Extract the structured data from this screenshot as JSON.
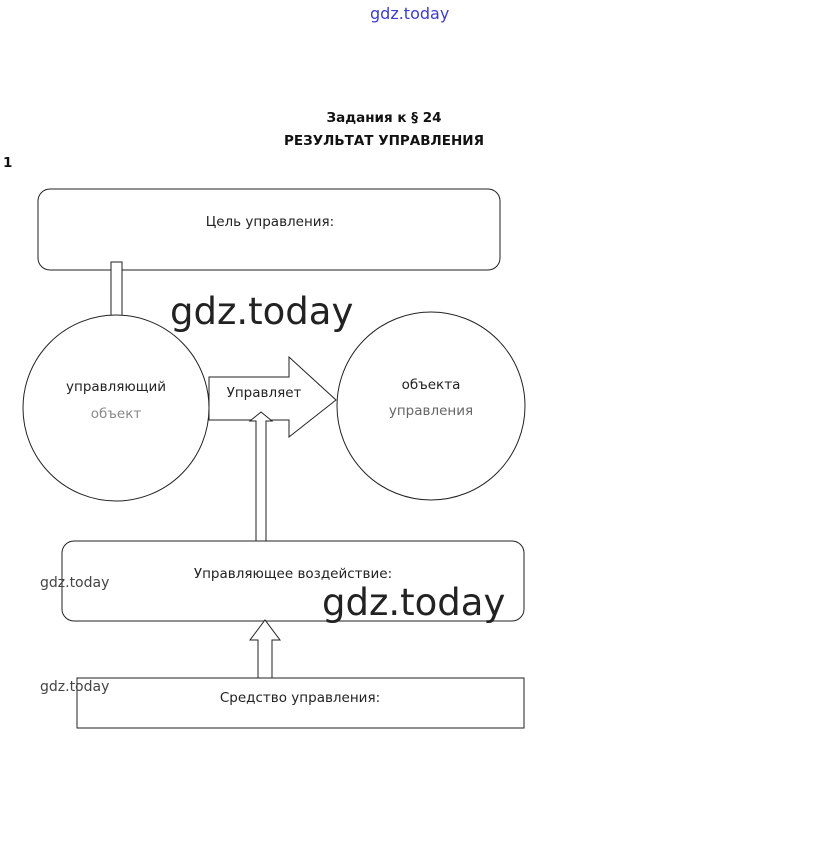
{
  "watermarks": {
    "top": "gdz.today",
    "big1": "gdz.today",
    "big2": "gdz.today",
    "small1": "gdz.today",
    "small2": "gdz.today"
  },
  "header": {
    "line1": "Задания к § 24",
    "line2": "РЕЗУЛЬТАТ УПРАВЛЕНИЯ"
  },
  "task_number": "1",
  "diagram": {
    "goal_box": "Цель управления:",
    "controlling_object": {
      "line1": "управляющий",
      "line2": "объект"
    },
    "arrow_label": "Управляет",
    "controlled_object": {
      "line1": "объекта",
      "line2": "управления"
    },
    "influence_box": "Управляющее воздействие:",
    "means_box": "Средство управления:"
  }
}
